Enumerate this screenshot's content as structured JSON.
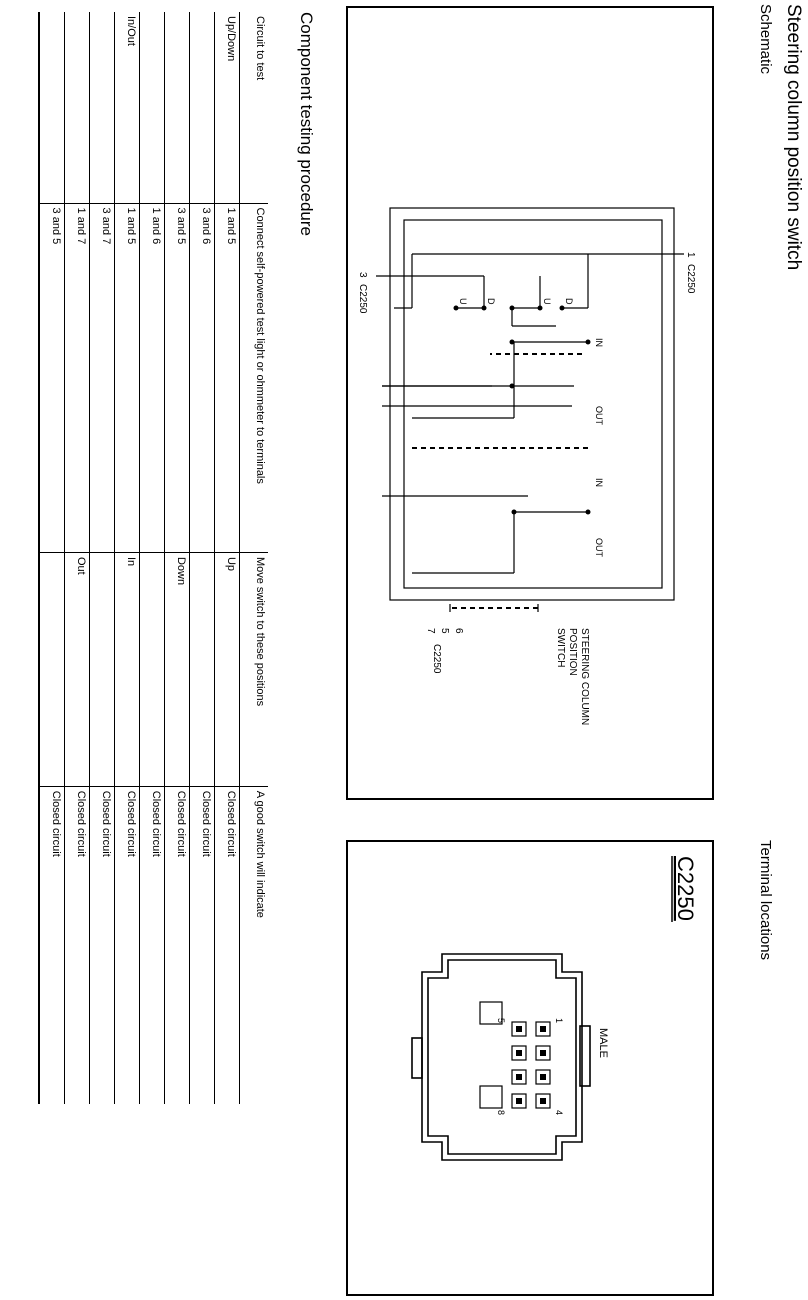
{
  "title": "Steering column position switch",
  "schematic": {
    "label": "Schematic",
    "connector_top": "C2250",
    "connector_left": "C2250",
    "connector_bottom": "C2250",
    "pin_top": "1",
    "pin_left": "3",
    "pins_bottom": [
      "6",
      "5",
      "7"
    ],
    "component_name": [
      "STEERING COLUMN",
      "POSITION",
      "SWITCH"
    ],
    "contact_labels": [
      "D",
      "U",
      "D",
      "U"
    ],
    "in_out_labels": [
      "IN",
      "OUT",
      "IN",
      "OUT"
    ]
  },
  "terminal": {
    "label": "Terminal locations",
    "connector": "C2250",
    "gender": "MALE",
    "pin_numbers": [
      "1",
      "4",
      "5",
      "8"
    ]
  },
  "procedure": {
    "title": "Component testing procedure",
    "headers": [
      "Circuit to test",
      "Connect self-powered test light or ohmmeter to terminals",
      "Move switch to these positions",
      "A good switch will indicate"
    ],
    "rows": [
      {
        "circuit": "Up/Down",
        "terminals": "1 and 5",
        "position": "Up",
        "result": "Closed circuit"
      },
      {
        "circuit": "",
        "terminals": "3 and 6",
        "position": "",
        "result": "Closed circuit"
      },
      {
        "circuit": "",
        "terminals": "3 and 5",
        "position": "Down",
        "result": "Closed circuit"
      },
      {
        "circuit": "",
        "terminals": "1 and 6",
        "position": "",
        "result": "Closed circuit"
      },
      {
        "circuit": "In/Out",
        "terminals": "1 and 5",
        "position": "In",
        "result": "Closed circuit"
      },
      {
        "circuit": "",
        "terminals": "3 and 7",
        "position": "",
        "result": "Closed circuit"
      },
      {
        "circuit": "",
        "terminals": "1 and 7",
        "position": "Out",
        "result": "Closed circuit"
      },
      {
        "circuit": "",
        "terminals": "3 and 5",
        "position": "",
        "result": "Closed circuit"
      }
    ]
  }
}
